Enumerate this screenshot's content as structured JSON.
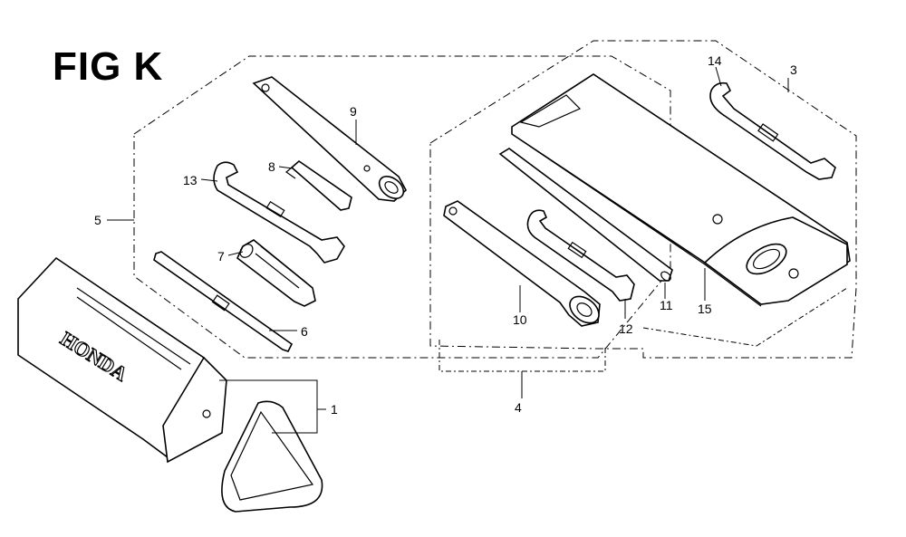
{
  "figure": {
    "title": "FIG K"
  },
  "brand": {
    "case_text": "HONDA"
  },
  "callouts": [
    {
      "id": "c1",
      "label": "1"
    },
    {
      "id": "c3",
      "label": "3"
    },
    {
      "id": "c4",
      "label": "4"
    },
    {
      "id": "c5",
      "label": "5"
    },
    {
      "id": "c6",
      "label": "6"
    },
    {
      "id": "c7",
      "label": "7"
    },
    {
      "id": "c8",
      "label": "8"
    },
    {
      "id": "c9",
      "label": "9"
    },
    {
      "id": "c10",
      "label": "10"
    },
    {
      "id": "c11",
      "label": "11"
    },
    {
      "id": "c12",
      "label": "12"
    },
    {
      "id": "c13",
      "label": "13"
    },
    {
      "id": "c14",
      "label": "14"
    },
    {
      "id": "c15",
      "label": "15"
    }
  ]
}
